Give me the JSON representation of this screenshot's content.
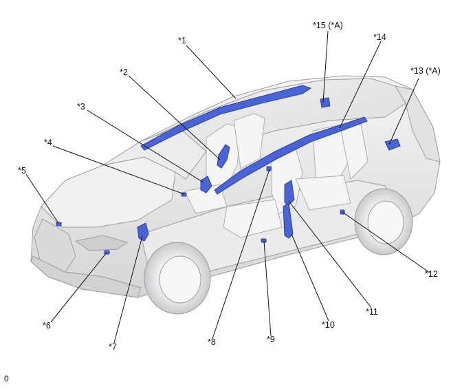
{
  "diagram": {
    "callouts": {
      "c1": "*1",
      "c2": "*2",
      "c3": "*3",
      "c4": "*4",
      "c5": "*5",
      "c6": "*6",
      "c7": "*7",
      "c8": "*8",
      "c9": "*9",
      "c10": "*10",
      "c11": "*11",
      "c12": "*12",
      "c13": "*13 (*A)",
      "c14": "*14",
      "c15": "*15 (*A)"
    },
    "corner_code": "0",
    "colors": {
      "component": "#4a64d6",
      "component_dark": "#2c3fa8",
      "car_body": "#e9e9ea",
      "car_line": "#9c9ca0",
      "leader": "#111111"
    }
  }
}
